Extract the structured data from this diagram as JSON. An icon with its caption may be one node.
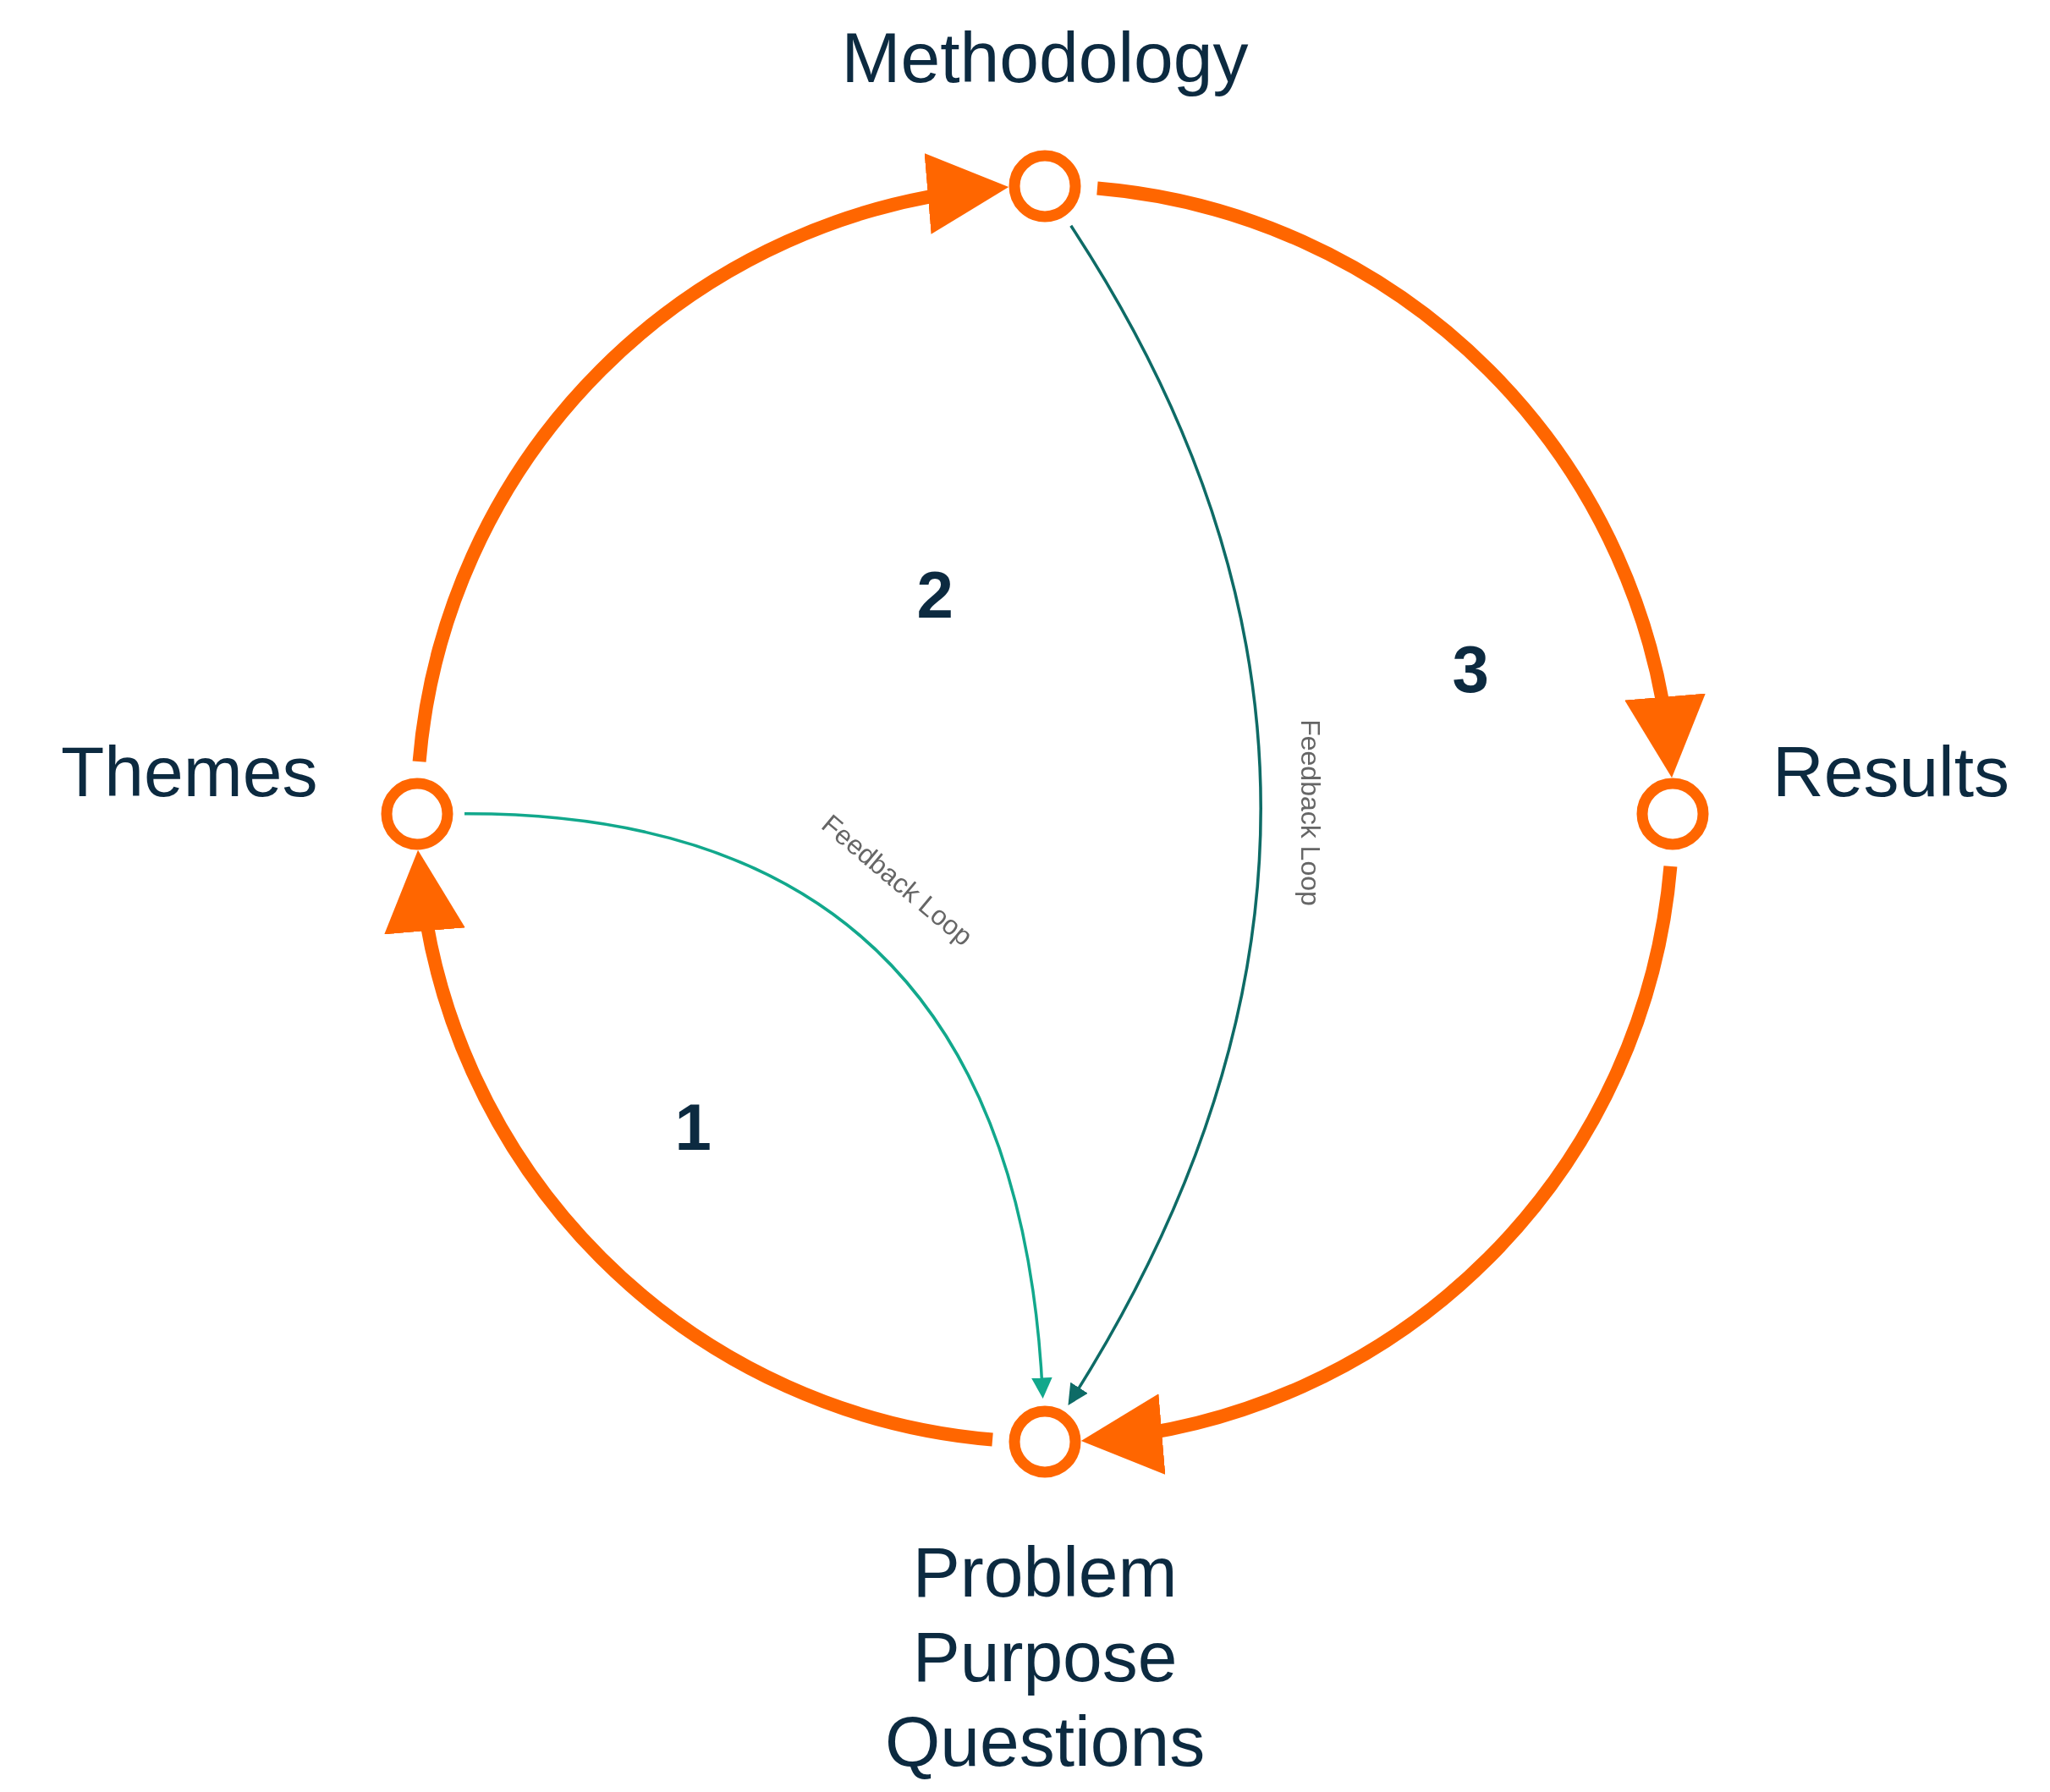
{
  "diagram": {
    "nodes": [
      {
        "text": [],
        "shape": "circle",
        "beside": [
          "Methodology"
        ]
      },
      {
        "text": [],
        "shape": "circle",
        "beside": [
          "Themes"
        ]
      },
      {
        "text": [],
        "shape": "circle",
        "beside": [
          "Results"
        ]
      },
      {
        "text": [],
        "shape": "circle",
        "beside": [
          "Problem Purpose Questions"
        ]
      }
    ],
    "edges": [
      {
        "from": 3,
        "to": 1,
        "arrow": "to"
      },
      {
        "from": 1,
        "to": 0,
        "arrow": "to"
      },
      {
        "from": 0,
        "to": 2,
        "arrow": "to"
      },
      {
        "from": 2,
        "to": 3,
        "arrow": "to"
      },
      {
        "from": 1,
        "to": 3,
        "arrow": "to",
        "label": "Feedback Loop",
        "color": "#12a88c"
      },
      {
        "from": 0,
        "to": 3,
        "arrow": "to",
        "label": "Feedback Loop",
        "color": "#0e6b66"
      }
    ],
    "labels": [
      "2",
      "3",
      "1"
    ]
  }
}
